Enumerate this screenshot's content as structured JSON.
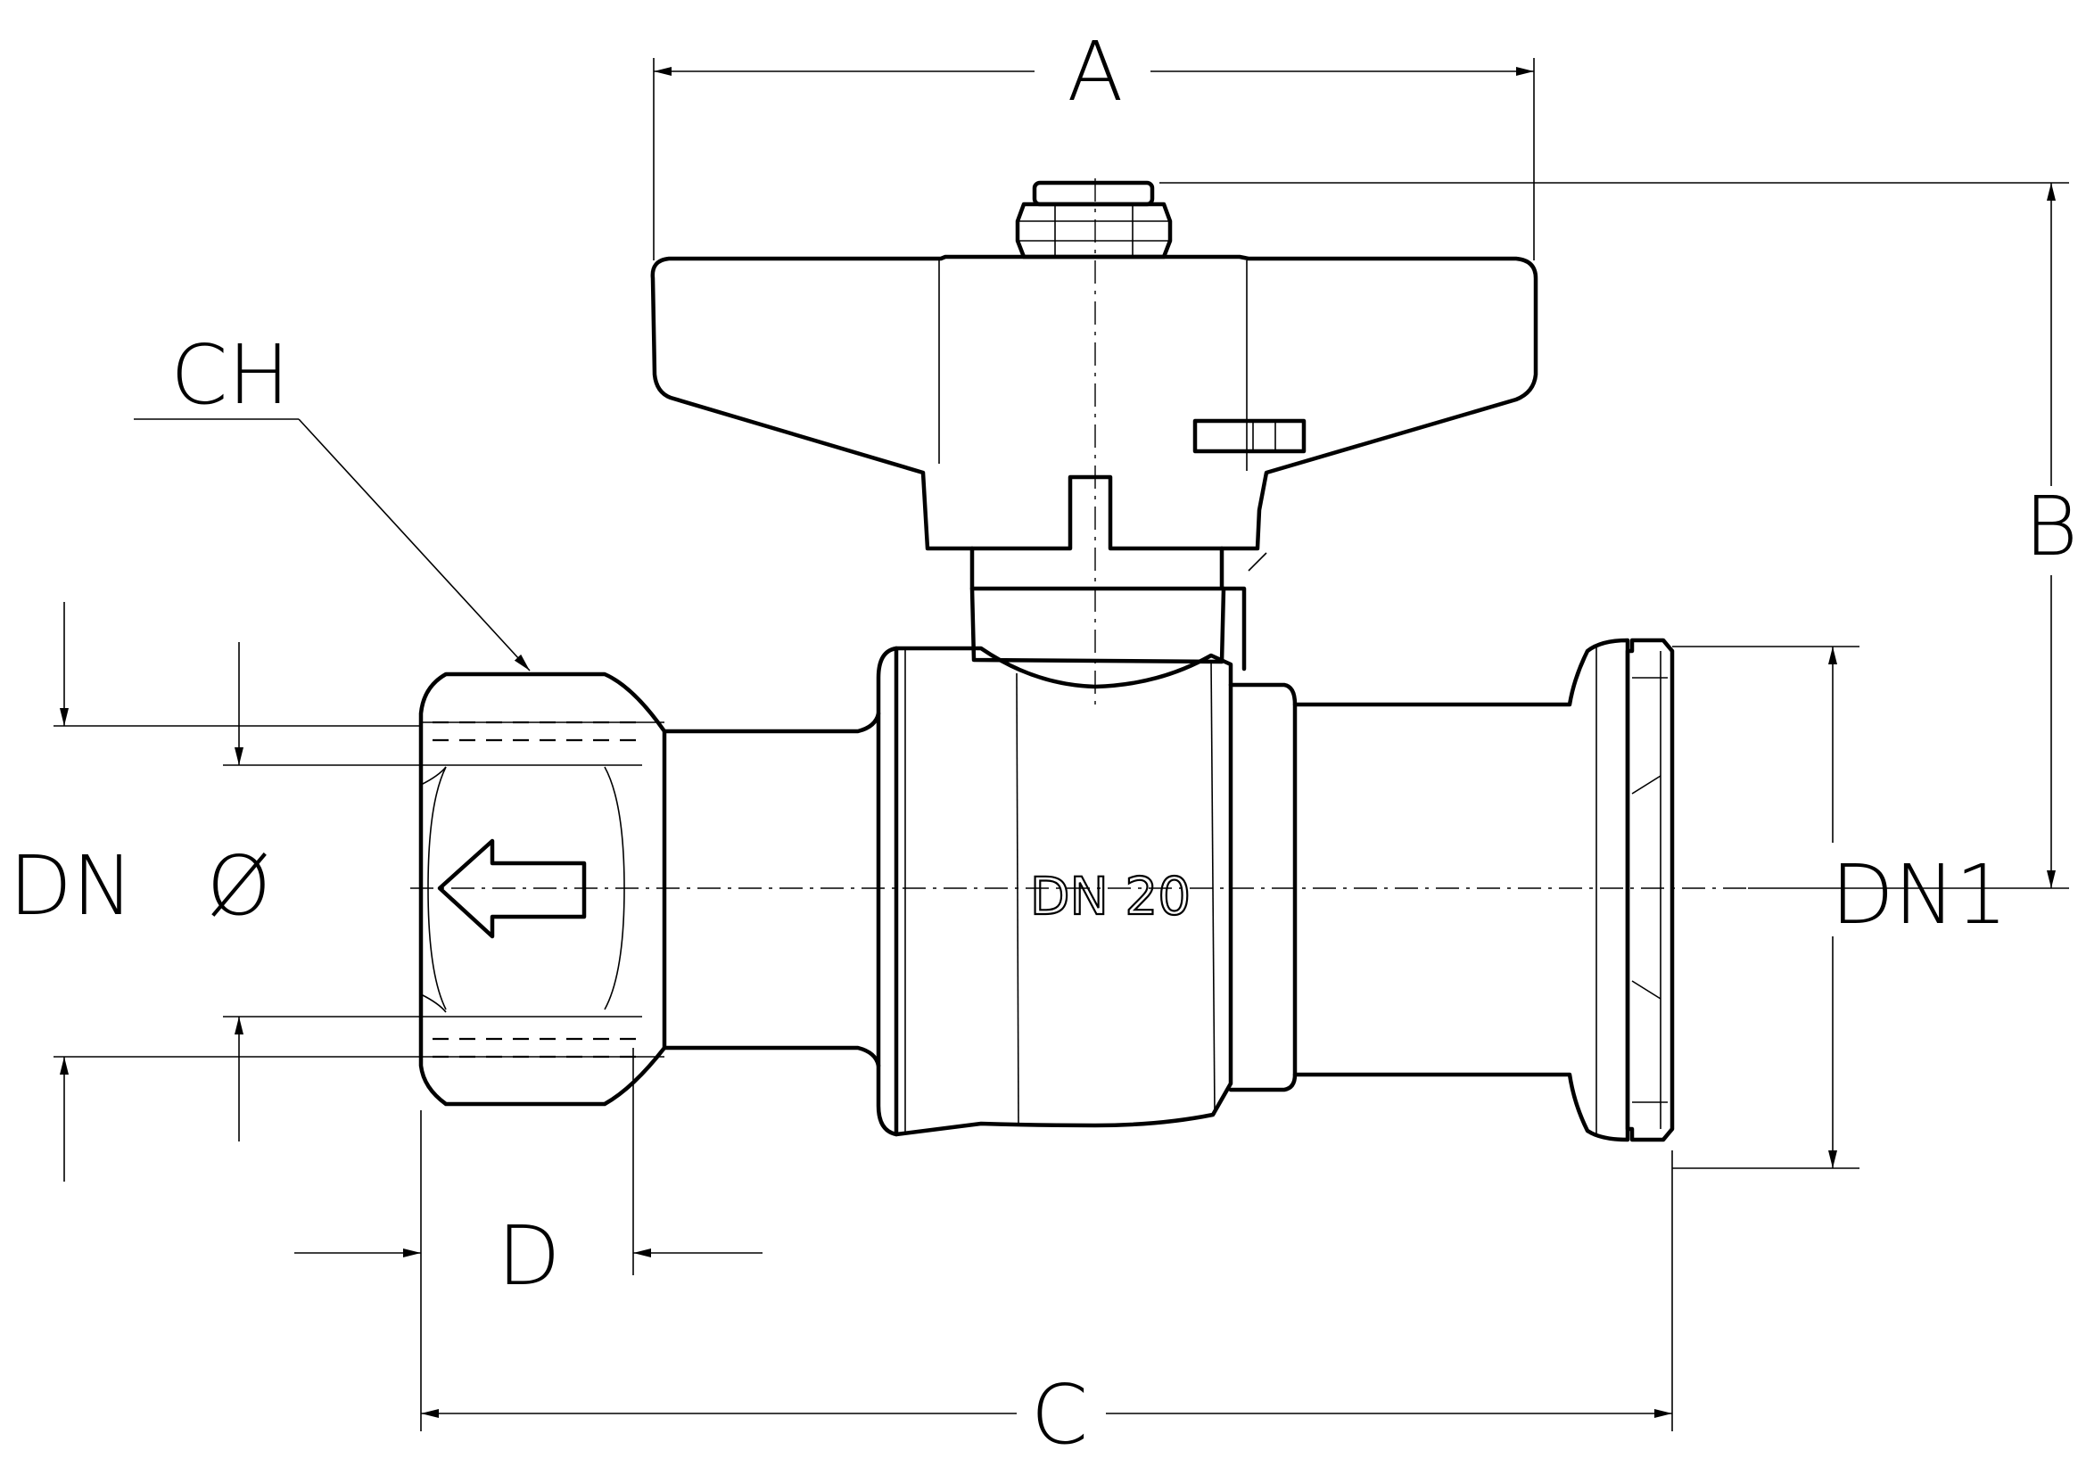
{
  "diagram": {
    "dimension_labels": {
      "a": "A",
      "b": "B",
      "c": "C",
      "d": "D",
      "dn": "DN",
      "dn1": "DN1",
      "diameter": "Ø",
      "ch": "CH"
    },
    "body_marking": "DN 20",
    "colors": {
      "ink": "#000000",
      "paper": "#ffffff"
    }
  }
}
